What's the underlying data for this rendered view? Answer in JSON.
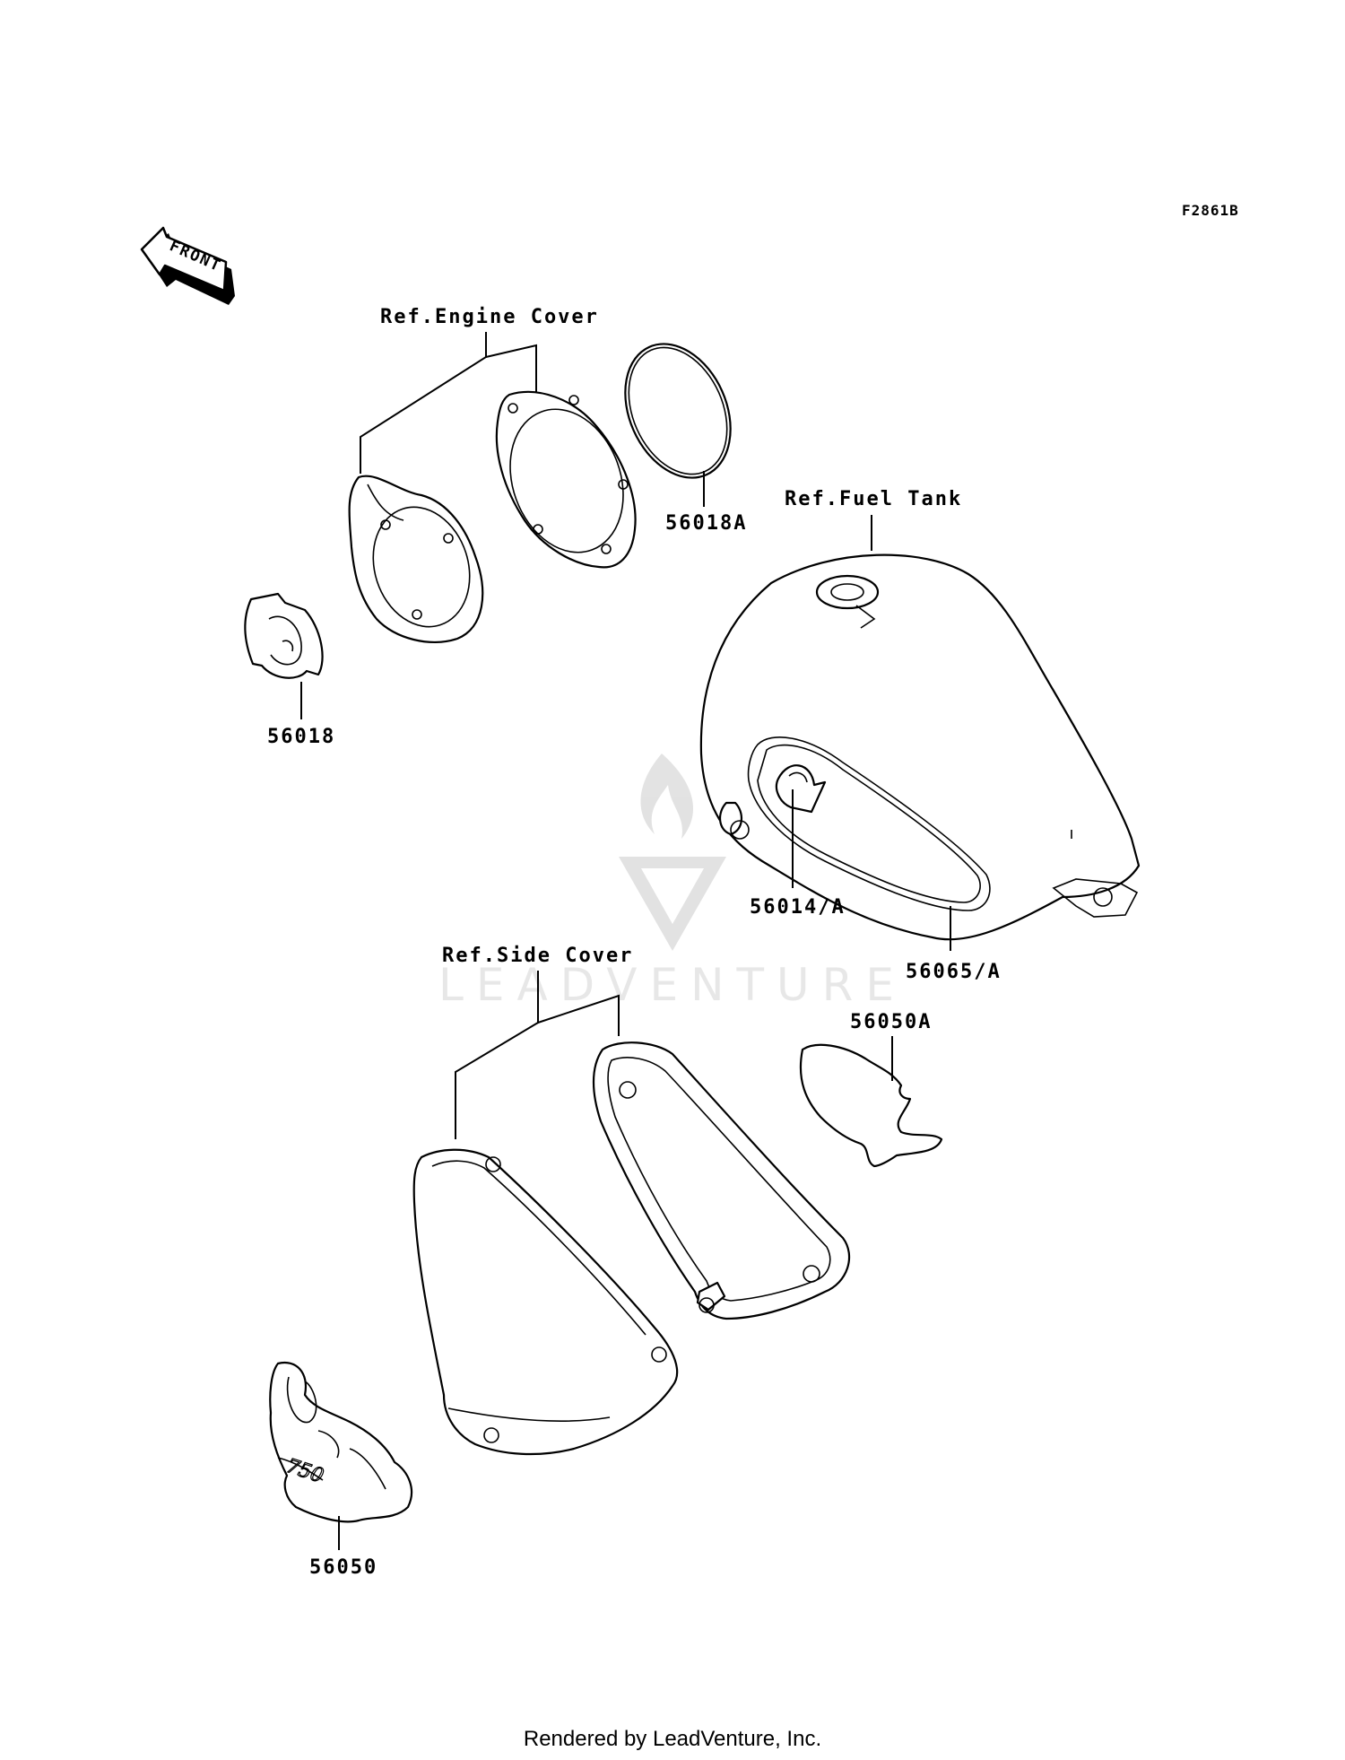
{
  "drawing_code": "F2861B",
  "front_arrow": "FRONT",
  "refs": {
    "engine_cover": "Ref.Engine Cover",
    "fuel_tank": "Ref.Fuel Tank",
    "side_cover": "Ref.Side Cover"
  },
  "parts": {
    "p56018A": "56018A",
    "p56018": "56018",
    "p56014A": "56014/A",
    "p56065A": "56065/A",
    "p56050A": "56050A",
    "p56050": "56050"
  },
  "watermark": "LEADVENTURE",
  "footer": "Rendered by LeadVenture, Inc."
}
